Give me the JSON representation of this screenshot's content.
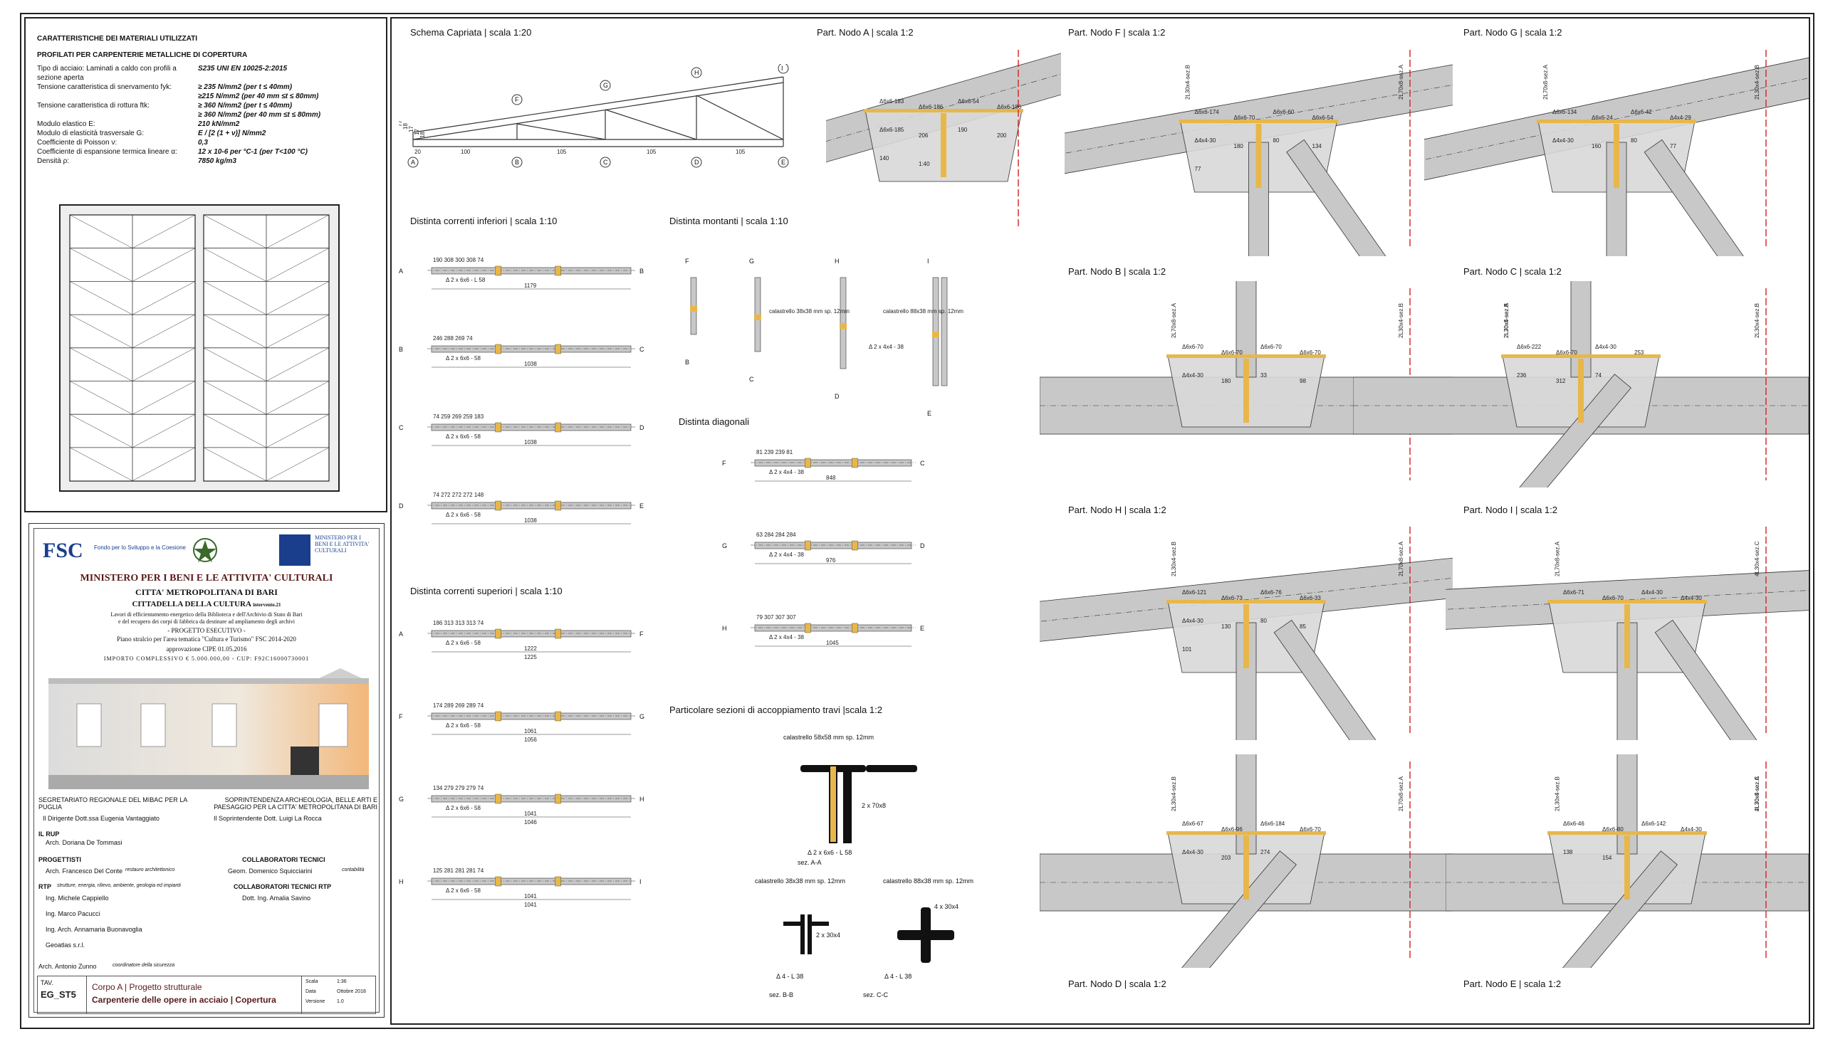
{
  "materials": {
    "heading1": "CARATTERISTICHE DEI MATERIALI UTILIZZATI",
    "heading2": "PROFILATI PER CARPENTERIE METALLICHE DI COPERTURA",
    "rows": [
      {
        "k": "Tipo di acciaio: Laminati a caldo con profili a sezione aperta",
        "v": "S235 UNI EN 10025-2:2015"
      },
      {
        "k": "Tensione caratteristica di snervamento fyk:",
        "v": "≥ 235 N/mm2 (per t ≤ 40mm)"
      },
      {
        "k": "",
        "v": "≥215 N/mm2 (per 40 mm ≤t ≤ 80mm)"
      },
      {
        "k": "Tensione caratteristica di rottura ftk:",
        "v": "≥ 360 N/mm2 (per t ≤ 40mm)"
      },
      {
        "k": "",
        "v": "≥ 360 N/mm2 (per 40 mm ≤t ≤ 80mm)"
      },
      {
        "k": "Modulo elastico E:",
        "v": "210 kN/mm2"
      },
      {
        "k": "Modulo di elasticità trasversale G:",
        "v": "E / [2 (1 + ν)] N/mm2"
      },
      {
        "k": "Coefficiente di Poisson ν:",
        "v": "0,3"
      },
      {
        "k": "Coefficiente di espansione termica lineare α:",
        "v": "12 x 10-6 per °C-1 (per T<100 °C)"
      },
      {
        "k": "Densità ρ:",
        "v": "7850 kg/m3"
      }
    ]
  },
  "titles": {
    "schema": "Schema Capriata | scala 1:20",
    "nodoA": "Part. Nodo A | scala 1:2",
    "nodoF": "Part. Nodo F | scala 1:2",
    "nodoG": "Part. Nodo G | scala 1:2",
    "nodoB": "Part. Nodo B | scala 1:2",
    "nodoC": "Part. Nodo C | scala 1:2",
    "nodoH": "Part. Nodo H | scala 1:2",
    "nodoI": "Part. Nodo I | scala 1:2",
    "nodoD": "Part. Nodo D | scala 1:2",
    "nodoE": "Part. Nodo E | scala 1:2",
    "inferiori": "Distinta correnti inferiori | scala 1:10",
    "montanti": "Distinta montanti | scala 1:10",
    "diagonali": "Distinta diagonali",
    "superiori": "Distinta correnti superiori | scala 1:10",
    "sezioni": "Particolare sezioni di accoppiamento travi |scala 1:2"
  },
  "truss": {
    "nodes_top": [
      "F",
      "G",
      "H",
      "I"
    ],
    "nodes_bottom": [
      "A",
      "B",
      "C",
      "D",
      "E"
    ],
    "spans": [
      "20",
      "100",
      "105",
      "105",
      "105"
    ],
    "heights": [
      "77",
      "18",
      "17",
      "17",
      "18"
    ]
  },
  "inferiori": [
    {
      "tag": "A",
      "end": "B",
      "len": "1179",
      "plates": "190  308  300  308  74",
      "note": "Δ 2 x 6x6 - L 58"
    },
    {
      "tag": "B",
      "end": "C",
      "len": "1038",
      "plates": "246  288  269  74",
      "note": "Δ 2 x 6x6 - 58"
    },
    {
      "tag": "C",
      "end": "D",
      "len": "1038",
      "plates": "74  259  269  259  183",
      "note": "Δ 2 x 6x6 - 58"
    },
    {
      "tag": "D",
      "end": "E",
      "len": "1038",
      "plates": "74  272  272  272  148",
      "note": "Δ 2 x 6x6 - 58"
    }
  ],
  "superiori": [
    {
      "tag": "A",
      "end": "F",
      "len": "1222",
      "len2": "1225",
      "plates": "186  313  313  313  74",
      "note": "Δ 2 x 6x6 - 58"
    },
    {
      "tag": "F",
      "end": "G",
      "len": "1061",
      "len2": "1056",
      "plates": "174  289  269  289  74",
      "note": "Δ 2 x 6x6 - 58"
    },
    {
      "tag": "G",
      "end": "H",
      "len": "1041",
      "len2": "1046",
      "plates": "134  279  279  279  74",
      "note": "Δ 2 x 6x6 - 58"
    },
    {
      "tag": "H",
      "end": "I",
      "len": "1041",
      "len2": "1041",
      "plates": "125  281  281  281  74",
      "note": "Δ 2 x 6x6 - 58"
    }
  ],
  "diagonali": [
    {
      "tag": "F",
      "end": "C",
      "len": "848",
      "plates": "81  239  239  81",
      "note": "Δ 2 x 4x4 - 38"
    },
    {
      "tag": "G",
      "end": "D",
      "len": "976",
      "plates": "63  284  284  284",
      "note": "Δ 2 x 4x4 - 38"
    },
    {
      "tag": "H",
      "end": "E",
      "len": "1045",
      "plates": "79  307  307  307",
      "note": "Δ 2 x 4x4 - 38"
    }
  ],
  "montanti": [
    "F",
    "G",
    "H",
    "I"
  ],
  "montanti_bottom": [
    "B",
    "C",
    "D",
    "E"
  ],
  "montanti_notes": [
    "calastrello 38x38 mm sp. 12mm",
    "Δ 2 x 4x4 - 38",
    "calastrello 88x38 mm sp. 12mm"
  ],
  "sezioni": {
    "aa": "sez. A-A",
    "bb": "sez. B-B",
    "cc": "sez. C-C",
    "aa_label": "2 x 70x8",
    "bb_label": "2 x 30x4",
    "cc_label": "4 x 30x4",
    "cal1": "calastrello 58x58 mm sp. 12mm",
    "cal2": "calastrello 38x38 mm sp. 12mm",
    "cal3": "calastrello 88x38 mm sp. 12mm",
    "pl1": "Δ 2 x 6x6 - L 58",
    "pl2": "Δ 4 - L 38",
    "pl3": "Δ 4 - L 38"
  },
  "nodes": {
    "A": [
      "Δ6x6-183",
      "Δ6x6-186",
      "Δ6x6-54",
      "Δ6x6-186",
      "Δ6x6-185",
      "206",
      "190",
      "200",
      "140",
      "1:40"
    ],
    "F": [
      "Δ6x6-174",
      "Δ6x6-70",
      "Δ6x6-60",
      "Δ6x6-54",
      "Δ4x4-30",
      "180",
      "80",
      "134",
      "77",
      "2L30x4-sez.B",
      "2L70x8-sez.A"
    ],
    "G": [
      "Δ6x6-134",
      "Δ6x6-24",
      "Δ6x6-42",
      "Δ4x4-29",
      "Δ4x4-30",
      "160",
      "80",
      "77",
      "2L30x4-sez.B",
      "2L70x8-sez.A"
    ],
    "B": [
      "Δ6x6-70",
      "Δ6x6-70",
      "Δ6x6-70",
      "Δ6x6-70",
      "Δ4x4-30",
      "180",
      "33",
      "98",
      "2L30x4-sez.B",
      "2L70x8-sez.A"
    ],
    "C": [
      "Δ6x6-222",
      "Δ6x6-70",
      "Δ4x4-30",
      "253",
      "236",
      "312",
      "74",
      "2L30x4-sez.B",
      "2L30x4-sez.B",
      "2L70x8-sez.A"
    ],
    "H": [
      "Δ6x6-121",
      "Δ6x6-73",
      "Δ6x6-76",
      "Δ6x6-33",
      "Δ4x4-30",
      "130",
      "80",
      "85",
      "101",
      "2L30x4-sez.B",
      "2L70x8-sez.A"
    ],
    "I": [
      "Δ6x6-71",
      "Δ6x6-70",
      "Δ4x4-30",
      "Δ4x4-30",
      "4L30x4-sez.C",
      "2L70x8-sez.A"
    ],
    "D": [
      "Δ6x6-67",
      "Δ6x6-96",
      "Δ6x6-184",
      "Δ6x6-70",
      "Δ4x4-30",
      "203",
      "274",
      "2L30x4-sez.B",
      "2L70x8-sez.A"
    ],
    "E": [
      "Δ6x6-46",
      "Δ6x6-80",
      "Δ6x6-142",
      "Δ4x4-30",
      "138",
      "154",
      "4L30x4-sez.C",
      "2L30x4-sez.B",
      "2L70x8-sez.A"
    ]
  },
  "titleblock": {
    "fsc": "FSC",
    "fondo": "Fondo per lo Sviluppo e la Coesione",
    "mibac": "MINISTERO PER I BENI E LE ATTIVITA' CULTURALI",
    "ministero": "MINISTERO PER I BENI E LE ATTIVITA' CULTURALI",
    "citta": "CITTA' METROPOLITANA DI BARI",
    "cittadella": "CITTADELLA DELLA CULTURA",
    "intervento": "intervento.21",
    "lavori1": "Lavori di efficientamento energetico della Biblioteca e dell'Archivio di Stato di Bari",
    "lavori2": "e del recupero dei corpi di fabbrica da destinare ad ampliamento degli archivi",
    "progetto": "- PROGETTO ESECUTIVO -",
    "piano": "Piano stralcio per l'area tematica \"Cultura e Turismo\" FSC 2014-2020",
    "cipe": "approvazione CIPE 01.05.2016",
    "importo": "IMPORTO COMPLESSIVO € 5.000.000,00 - CUP: F92C16000730001",
    "segretariato": "SEGRETARIATO REGIONALE DEL MIBAC PER LA PUGLIA",
    "soprintendenza": "SOPRINTENDENZA ARCHEOLOGIA, BELLE ARTI E PAESAGGIO PER LA CITTA' METROPOLITANA DI BARI",
    "dirigente": "Il Dirigente Dott.ssa Eugenia Vantaggiato",
    "soprintendente": "Il Soprintendente Dott. Luigi La Rocca",
    "rup_l": "IL RUP",
    "rup": "Arch. Doriana De Tommasi",
    "progettisti_l": "PROGETTISTI",
    "prog1": "Arch. Francesco Del Conte",
    "prog1r": "restauro architettonico",
    "rtp_l": "RTP",
    "rtp_r": "strutture, energia, rilievo, ambiente, geologia ed impianti",
    "prog2": "Ing. Michele Cappiello",
    "prog3": "Ing. Marco Pacucci",
    "prog4": "Ing. Arch. Annamaria Buonavoglia",
    "prog5": "Geoatlas s.r.l.",
    "prog6": "Arch. Antonio Zunno",
    "prog6r": "coordinatore della sicurezza",
    "collab_l": "COLLABORATORI TECNICI",
    "collab1": "Geom. Domenico Squicciarini",
    "collab1r": "contabilità",
    "collab2_l": "COLLABORATORI TECNICI RTP",
    "collab2": "Dott. Ing. Amalia Savino",
    "tav_l": "TAV.",
    "tav": "EG_ST5",
    "corpo": "Corpo A | Progetto strutturale",
    "desc": "Carpenterie delle opere in acciaio | Copertura",
    "scala_l": "Scala",
    "scala": "1:36",
    "data_l": "Data",
    "data": "Ottobre 2018",
    "ver_l": "Versione",
    "ver": "1.0"
  },
  "colors": {
    "steel": "#c8c8c8",
    "weld": "#e8b74a",
    "cut": "#d62020",
    "line": "#222222"
  }
}
